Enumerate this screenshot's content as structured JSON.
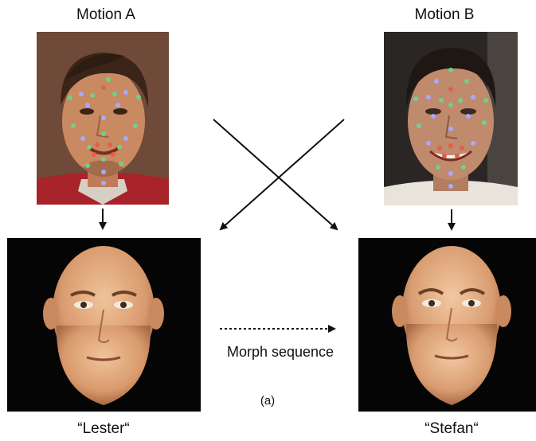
{
  "labels": {
    "motion_a": "Motion A",
    "motion_b": "Motion B",
    "morph": "Morph sequence",
    "panel_id": "(a)",
    "avatar_a": "“Lester“",
    "avatar_b": "“Stefan“"
  },
  "marker_colors": {
    "green": "#6fd08c",
    "blue": "#a8a8ff",
    "red": "#e0604a"
  }
}
